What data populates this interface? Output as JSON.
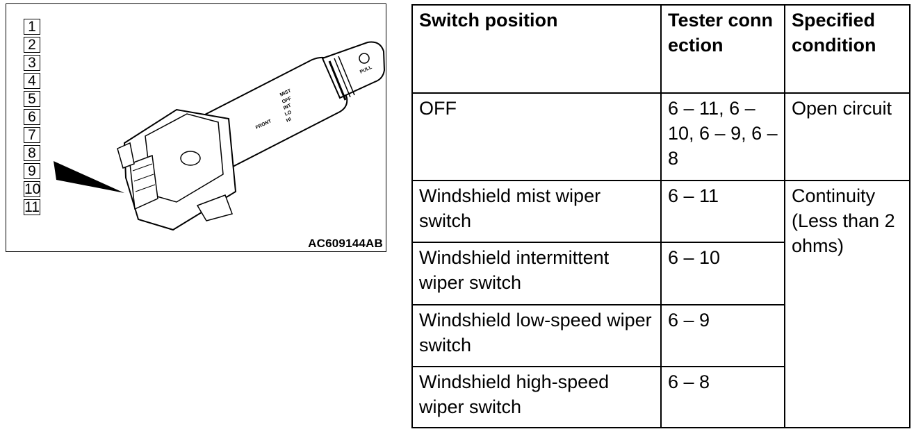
{
  "figure": {
    "pin_numbers": [
      "1",
      "2",
      "3",
      "4",
      "5",
      "6",
      "7",
      "8",
      "9",
      "10",
      "11"
    ],
    "code": "AC609144AB",
    "switch_markings": [
      "MIST",
      "OFF",
      "INT",
      "LO",
      "HI",
      "FRONT",
      "PULL"
    ]
  },
  "table": {
    "headers": [
      "Switch position",
      "Tester connection",
      "Specified condition"
    ],
    "rows": [
      {
        "position": "OFF",
        "connection": "6 – 11, 6 – 10, 6 – 9, 6 – 8",
        "condition": "Open circuit"
      },
      {
        "position": "Windshield mist wiper switch",
        "connection": "6 – 11",
        "condition": "Continuity (Less than 2 ohms)"
      },
      {
        "position": "Windshield intermittent wiper switch",
        "connection": "6 – 10"
      },
      {
        "position": "Windshield low-speed wiper switch",
        "connection": "6 – 9"
      },
      {
        "position": "Windshield high-speed wiper switch",
        "connection": "6 – 8"
      }
    ]
  }
}
